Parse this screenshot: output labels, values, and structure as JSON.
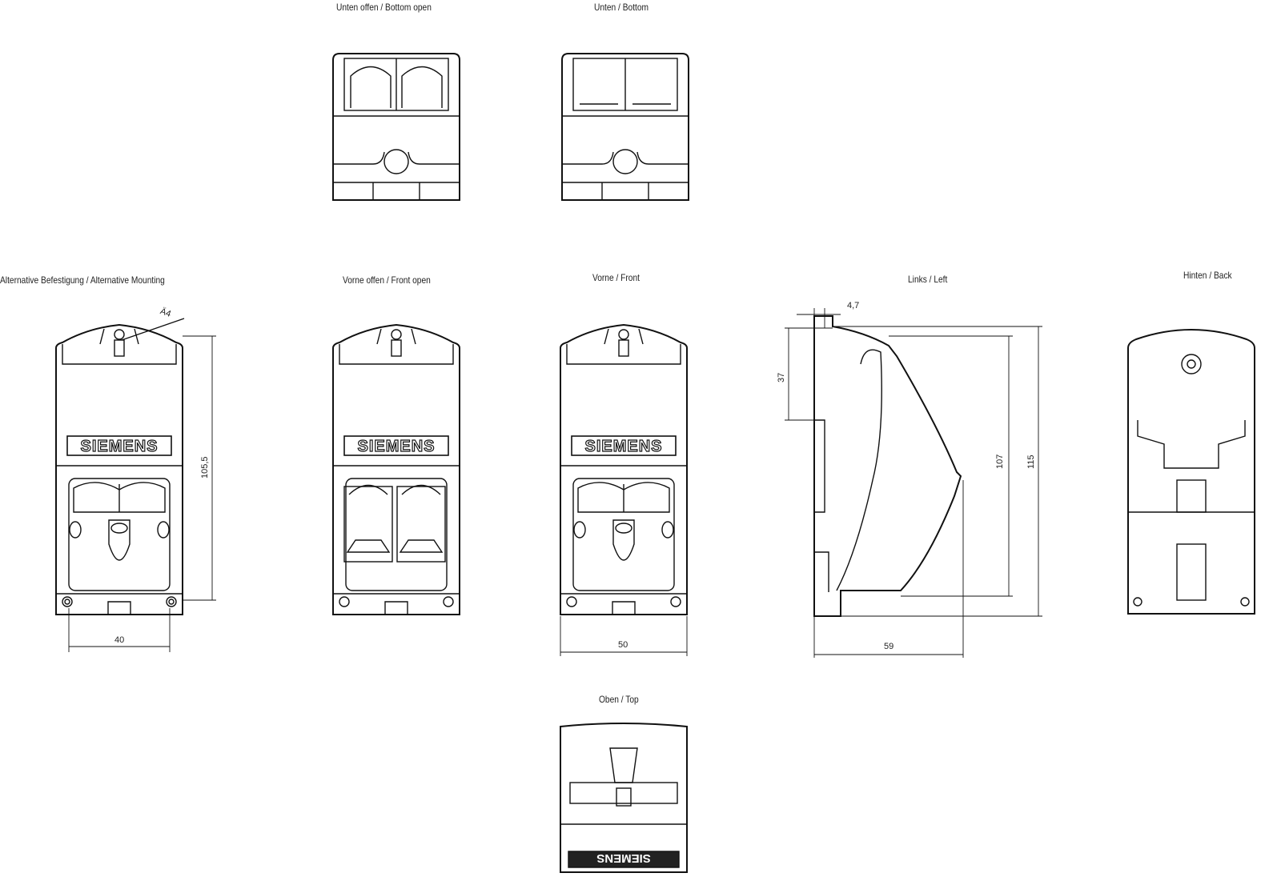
{
  "views": {
    "bottom_open": "Unten offen / Bottom open",
    "bottom": "Unten / Bottom",
    "alternative_mounting": "Alternative Befestigung / Alternative Mounting",
    "front_open": "Vorne offen / Front open",
    "front": "Vorne / Front",
    "left": "Links / Left",
    "back": "Hinten / Back",
    "top": "Oben / Top"
  },
  "logo": "SIEMENS",
  "dimensions": {
    "hole": "Ä4",
    "height_alt": "105,5",
    "width_alt": "40",
    "width_front": "50",
    "offset_left": "4,7",
    "depth_top": "37",
    "height_inner": "107",
    "height_total": "115",
    "depth": "59"
  },
  "line_color": "#111111"
}
